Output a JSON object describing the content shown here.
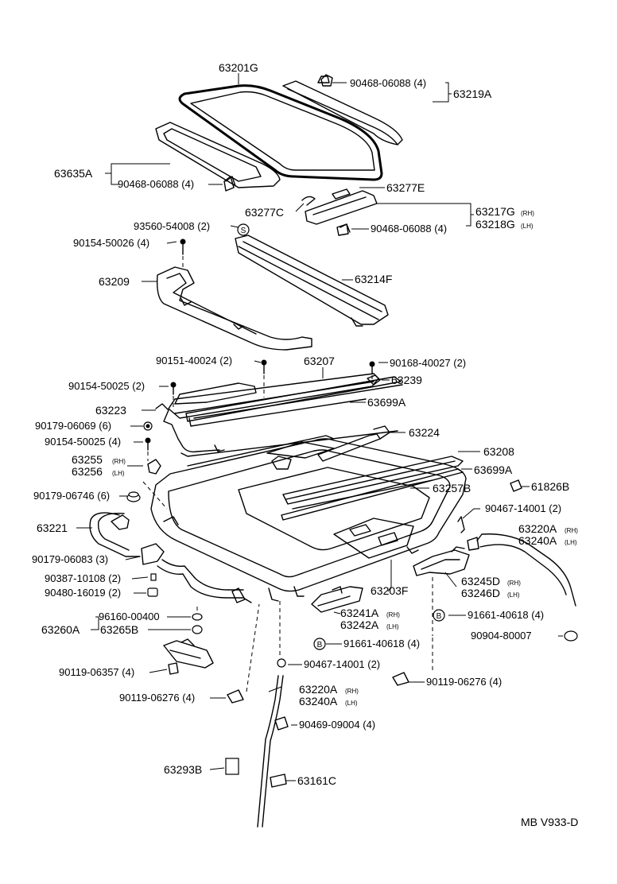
{
  "parts": {
    "p63201G": "63201G",
    "p63219A": "63219A",
    "p90468_a": "90468-06088 (4)",
    "p63635A": "63635A",
    "p90468_b": "90468-06088 (4)",
    "p63277E": "63277E",
    "p63277C": "63277C",
    "p63217G": "63217G",
    "p63217G_side": "(RH)",
    "p63218G": "63218G",
    "p63218G_side": "(LH)",
    "p90468_c": "90468-06088 (4)",
    "p93560": "93560-54008 (2)",
    "p90154_a": "90154-50026 (4)",
    "p63209": "63209",
    "p63214F": "63214F",
    "p90151": "90151-40024 (2)",
    "p63207": "63207",
    "p90168": "90168-40027 (2)",
    "p90154_b": "90154-50025 (2)",
    "p63239": "63239",
    "p63223": "63223",
    "p63699A_a": "63699A",
    "p90179_a": "90179-06069 (6)",
    "p63224": "63224",
    "p90154_c": "90154-50025 (4)",
    "p63208": "63208",
    "p63255": "63255",
    "p63255_side": "(RH)",
    "p63256": "63256",
    "p63256_side": "(LH)",
    "p63699A_b": "63699A",
    "p90179_b": "90179-06746 (6)",
    "p63257B": "63257B",
    "p61826B": "61826B",
    "p90467_a": "90467-14001 (2)",
    "p63221": "63221",
    "p63220A_a": "63220A",
    "p63220A_a_side": "(RH)",
    "p63240A_a": "63240A",
    "p63240A_a_side": "(LH)",
    "p90179_c": "90179-06083 (3)",
    "p90387": "90387-10108 (2)",
    "p63203F": "63203F",
    "p90480": "90480-16019 (2)",
    "p63245D": "63245D",
    "p63245D_side": "(RH)",
    "p63246D": "63246D",
    "p63246D_side": "(LH)",
    "p96160": "96160-00400",
    "p63241A": "63241A",
    "p63241A_side": "(RH)",
    "p63242A": "63242A",
    "p63242A_side": "(LH)",
    "p91661_a": "91661-40618 (4)",
    "p63260A": "63260A",
    "p63265B": "63265B",
    "p91661_b": "91661-40618 (4)",
    "p90904": "90904-80007",
    "p90119_a": "90119-06357 (4)",
    "p90467_b": "90467-14001 (2)",
    "p90119_b": "90119-06276 (4)",
    "p90119_c": "90119-06276 (4)",
    "p63220A_b": "63220A",
    "p63220A_b_side": "(RH)",
    "p63240A_b": "63240A",
    "p63240A_b_side": "(LH)",
    "p90469": "90469-09004 (4)",
    "p63293B": "63293B",
    "p63161C": "63161C",
    "marker_b": "B",
    "marker_s": "S"
  },
  "footer": {
    "code": "MB  V933-D"
  }
}
